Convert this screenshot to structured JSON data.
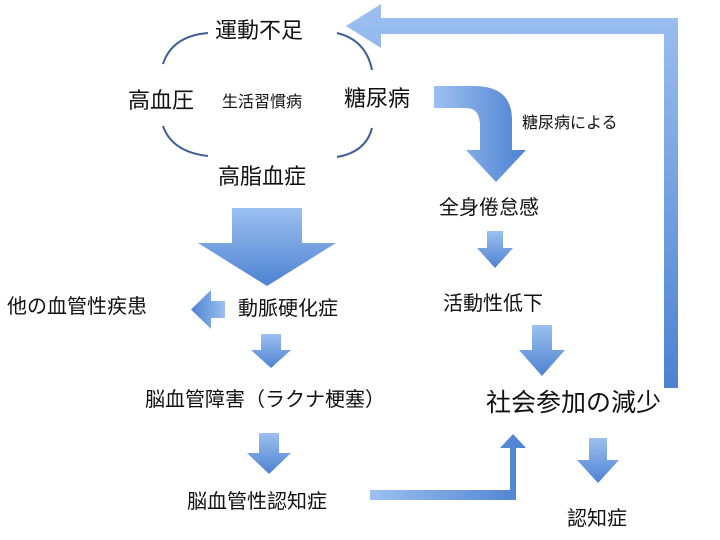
{
  "diagram": {
    "cluster": {
      "center": "生活習慣病",
      "top": "運動不足",
      "left": "高血圧",
      "right": "糖尿病",
      "bottom": "高脂血症"
    },
    "left_chain": {
      "arteriosclerosis": "動脈硬化症",
      "other_vascular": "他の血管性疾患",
      "cerebrovascular": "脳血管障害（ラクナ梗塞）",
      "vascular_dementia": "脳血管性認知症"
    },
    "right_chain": {
      "arrow_label": "糖尿病による",
      "fatigue": "全身倦怠感",
      "low_activity": "活動性低下",
      "social_decline": "社会参加の減少",
      "dementia": "認知症"
    },
    "colors": {
      "arrow_light": "#8fb7ec",
      "arrow_dark": "#4a7fd0",
      "arc": "#3f5f96",
      "text": "#111111"
    }
  }
}
